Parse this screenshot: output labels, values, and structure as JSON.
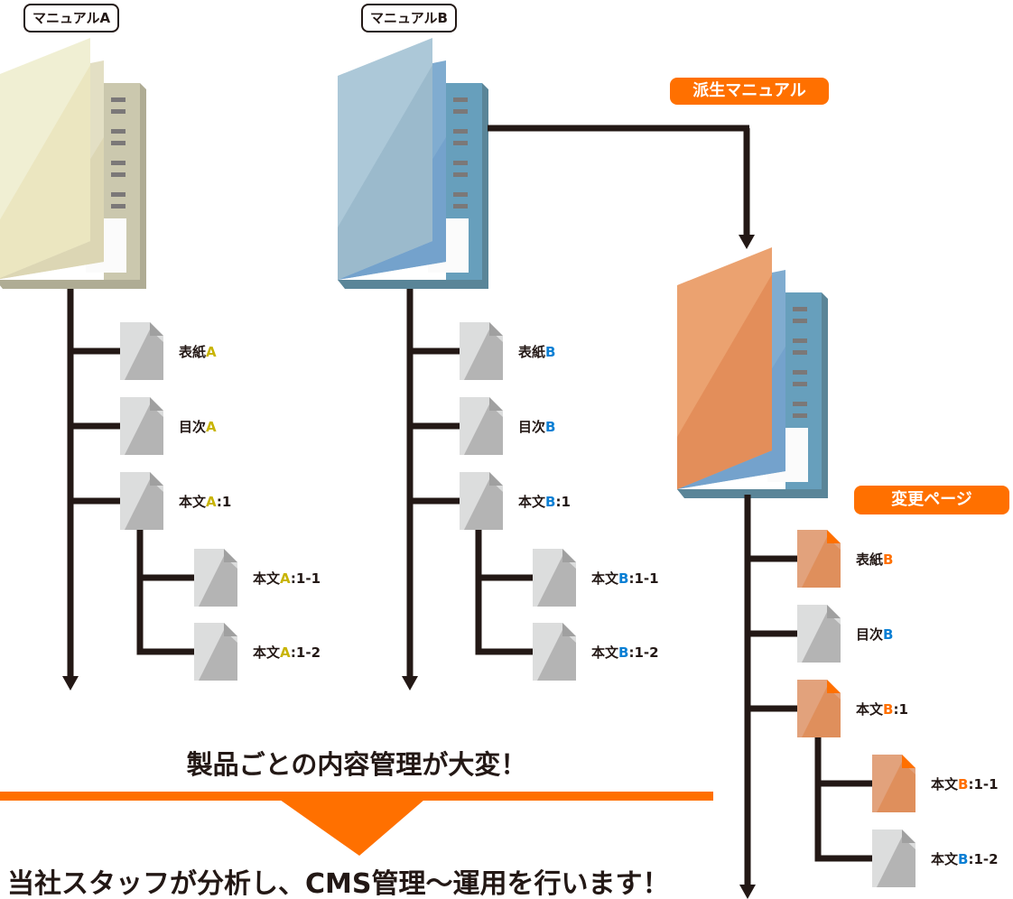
{
  "colors": {
    "line": "#231815",
    "accent_orange": "#ff7000",
    "letter_a": "#c8b400",
    "letter_b_blue": "#0a7fd4",
    "letter_b_orange": "#ff7000"
  },
  "manual_a": {
    "title": "マニュアルA",
    "book_theme": "yellow",
    "items": [
      {
        "prefix": "表紙",
        "letter": "A",
        "suffix": "",
        "level": 1,
        "page_theme": "gray"
      },
      {
        "prefix": "目次",
        "letter": "A",
        "suffix": "",
        "level": 1,
        "page_theme": "gray"
      },
      {
        "prefix": "本文",
        "letter": "A",
        "suffix": ":1",
        "level": 1,
        "page_theme": "gray"
      },
      {
        "prefix": "本文",
        "letter": "A",
        "suffix": ":1-1",
        "level": 2,
        "page_theme": "gray"
      },
      {
        "prefix": "本文",
        "letter": "A",
        "suffix": ":1-2",
        "level": 2,
        "page_theme": "gray"
      }
    ]
  },
  "manual_b": {
    "title": "マニュアルB",
    "book_theme": "blue",
    "items": [
      {
        "prefix": "表紙",
        "letter": "B",
        "suffix": "",
        "level": 1,
        "page_theme": "gray"
      },
      {
        "prefix": "目次",
        "letter": "B",
        "suffix": "",
        "level": 1,
        "page_theme": "gray"
      },
      {
        "prefix": "本文",
        "letter": "B",
        "suffix": ":1",
        "level": 1,
        "page_theme": "gray"
      },
      {
        "prefix": "本文",
        "letter": "B",
        "suffix": ":1-1",
        "level": 2,
        "page_theme": "gray"
      },
      {
        "prefix": "本文",
        "letter": "B",
        "suffix": ":1-2",
        "level": 2,
        "page_theme": "gray"
      }
    ]
  },
  "derived_manual": {
    "badge": "派生マニュアル",
    "changed_badge": "変更ページ",
    "book_theme": "orange",
    "items": [
      {
        "prefix": "表紙",
        "letter": "B",
        "suffix": "",
        "level": 1,
        "page_theme": "orange",
        "changed": true
      },
      {
        "prefix": "目次",
        "letter": "B",
        "suffix": "",
        "level": 1,
        "page_theme": "gray",
        "changed": false
      },
      {
        "prefix": "本文",
        "letter": "B",
        "suffix": ":1",
        "level": 1,
        "page_theme": "orange",
        "changed": true
      },
      {
        "prefix": "本文",
        "letter": "B",
        "suffix": ":1-1",
        "level": 2,
        "page_theme": "orange",
        "changed": true
      },
      {
        "prefix": "本文",
        "letter": "B",
        "suffix": ":1-2",
        "level": 2,
        "page_theme": "gray",
        "changed": false
      }
    ]
  },
  "messages": {
    "problem": "製品ごとの内容管理が大変！",
    "solution": "当社スタッフが分析し、CMS管理〜運用を行います！"
  }
}
